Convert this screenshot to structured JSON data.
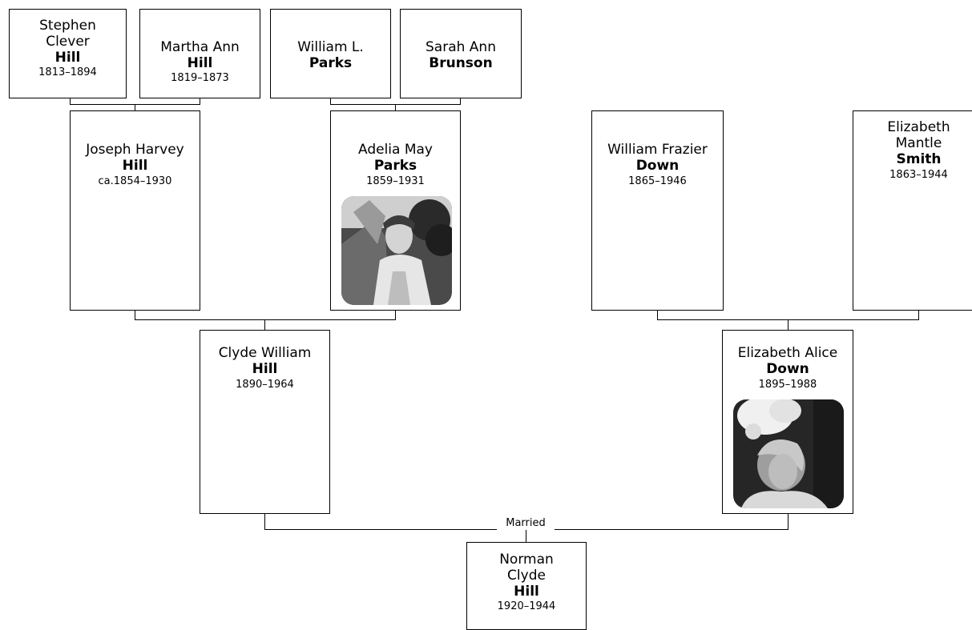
{
  "people": {
    "stephen": {
      "given": "Stephen\nClever",
      "surname": "Hill",
      "dates": "1813–1894"
    },
    "martha": {
      "given": "Martha Ann",
      "surname": "Hill",
      "dates": "1819–1873"
    },
    "william_parks": {
      "given": "William L.",
      "surname": "Parks",
      "dates": ""
    },
    "sarah": {
      "given": "Sarah Ann",
      "surname": "Brunson",
      "dates": ""
    },
    "joseph": {
      "given": "Joseph Harvey",
      "surname": "Hill",
      "dates": "ca.1854–1930"
    },
    "adelia": {
      "given": "Adelia May",
      "surname": "Parks",
      "dates": "1859–1931"
    },
    "william_down": {
      "given": "William Frazier",
      "surname": "Down",
      "dates": "1865–1946"
    },
    "elizabeth_smith": {
      "given": "Elizabeth\nMantle",
      "surname": "Smith",
      "dates": "1863–1944"
    },
    "clyde": {
      "given": "Clyde William",
      "surname": "Hill",
      "dates": "1890–1964"
    },
    "elizabeth_down": {
      "given": "Elizabeth Alice",
      "surname": "Down",
      "dates": "1895–1988"
    },
    "norman": {
      "given": "Norman\nClyde",
      "surname": "Hill",
      "dates": "1920–1944"
    }
  },
  "marriage_label": "Married"
}
